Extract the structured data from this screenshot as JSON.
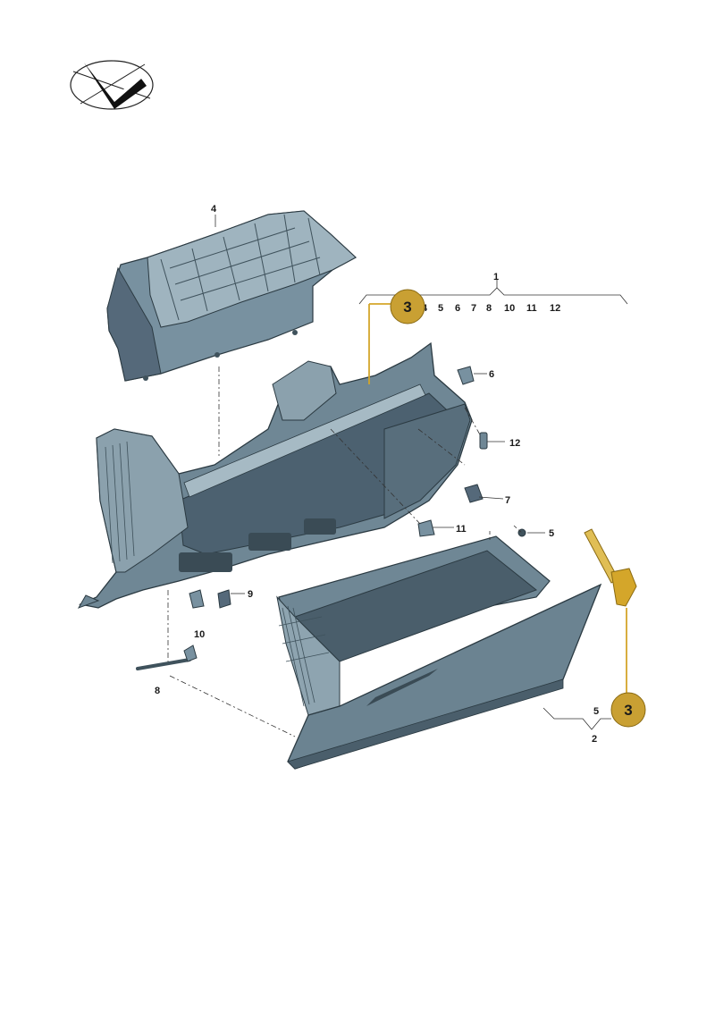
{
  "diagram": {
    "type": "exploded parts diagram",
    "colors": {
      "part_fill": "#5f7480",
      "part_fill_light": "#8aa2ae",
      "part_shadow": "#3f525c",
      "outline": "#2b3a42",
      "leader": "#333333",
      "highlight": "#d4a62a",
      "badge": "#c9a033"
    },
    "logo": {
      "icon": "arrow-emblem-icon"
    },
    "callouts": {
      "c1": "1",
      "c2": "2",
      "c4": "4",
      "c5a": "5",
      "c5b": "5",
      "c6": "6",
      "c7": "7",
      "c8": "8",
      "c9": "9",
      "c10": "10",
      "c11": "11",
      "c12": "12"
    },
    "group1_subitems": [
      "4",
      "5",
      "6",
      "7",
      "8",
      "10",
      "11",
      "12"
    ],
    "group2_subitems": [
      "5"
    ],
    "highlight_badges": [
      "3",
      "3"
    ]
  }
}
